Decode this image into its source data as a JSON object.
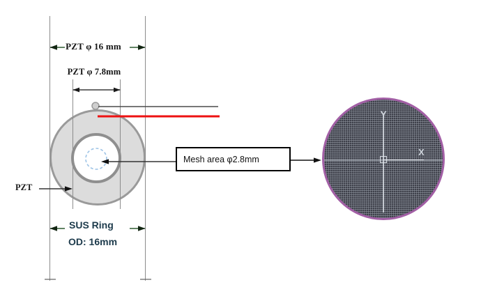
{
  "figure": {
    "labels": {
      "top_dimension": "PZT φ 16 mm",
      "inner_dimension": "PZT φ 7.8mm",
      "pzt": "PZT",
      "mesh_area": "Mesh area φ2.8mm",
      "sus_ring_line1": "SUS Ring",
      "sus_ring_line2": "OD: 16mm"
    },
    "magnified_view": {
      "y_axis_label": "Y",
      "x_axis_label": "X"
    },
    "colors": {
      "red_annotation_line": "#ee1111",
      "mesh_rim": "#a25fa5",
      "mesh_fill": "#3e404a",
      "ring_fill": "#dcdcdc",
      "ring_border": "#9a9a9a",
      "dashed_mesh_circle": "#9dc3e6",
      "sus_ring_text": "#1d3b4c",
      "dimension_arrow_green": "#2f5c30"
    }
  }
}
